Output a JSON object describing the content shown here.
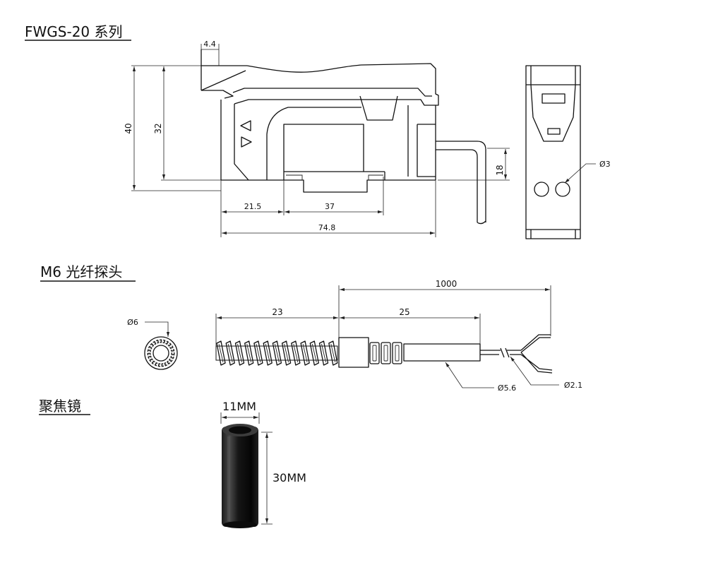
{
  "sections": {
    "amplifier": {
      "title": "FWGS-20 系列",
      "dims": {
        "clip_width": "4.4",
        "total_height": "40",
        "body_height": "32",
        "cable_height": "18",
        "left_offset": "21.5",
        "slot_width": "37",
        "total_length": "74.8",
        "hole_diameter": "Ø3"
      }
    },
    "probe": {
      "title": "M6 光纤探头",
      "dims": {
        "cable_length": "1000",
        "thread_length": "23",
        "sleeve_length": "25",
        "thread_diameter": "Ø6",
        "sleeve_diameter": "Ø5.6",
        "fiber_diameter": "Ø2.1"
      }
    },
    "lens": {
      "title": "聚焦镜",
      "dims": {
        "diameter": "11MM",
        "length": "30MM"
      }
    }
  }
}
